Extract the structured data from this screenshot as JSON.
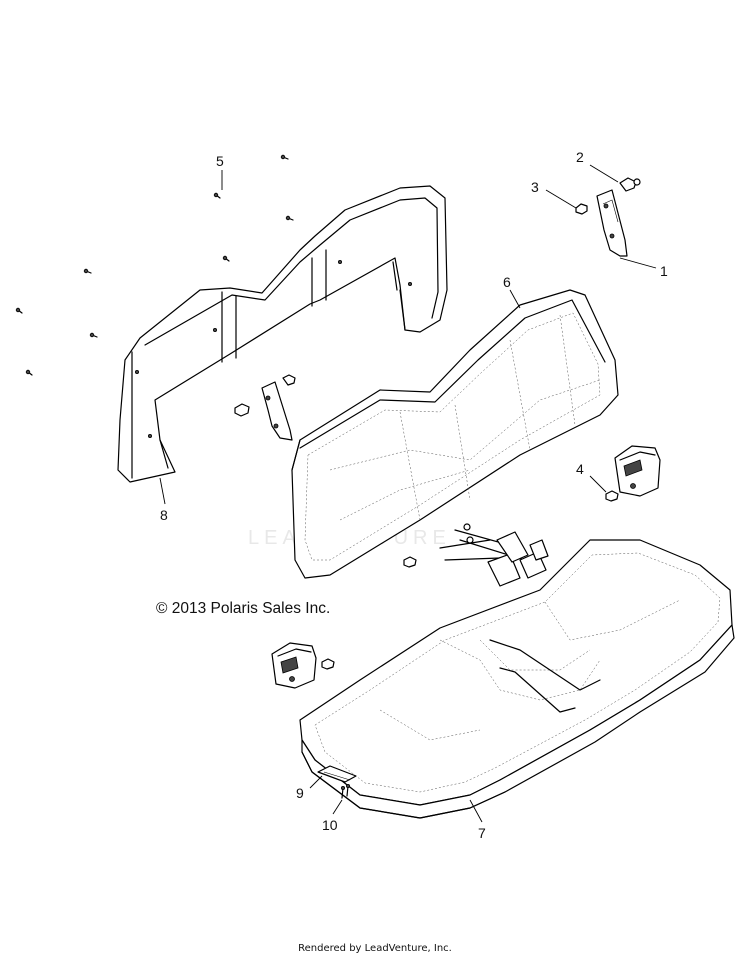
{
  "callouts": [
    {
      "id": "1",
      "label": "1"
    },
    {
      "id": "2",
      "label": "2"
    },
    {
      "id": "3",
      "label": "3"
    },
    {
      "id": "4",
      "label": "4"
    },
    {
      "id": "5",
      "label": "5"
    },
    {
      "id": "6",
      "label": "6"
    },
    {
      "id": "7",
      "label": "7"
    },
    {
      "id": "8",
      "label": "8"
    },
    {
      "id": "9",
      "label": "9"
    },
    {
      "id": "10",
      "label": "10"
    }
  ],
  "copyright": "© 2013 Polaris Sales Inc.",
  "watermark": "LEADVENTURE",
  "footer": "Rendered by LeadVenture, Inc."
}
